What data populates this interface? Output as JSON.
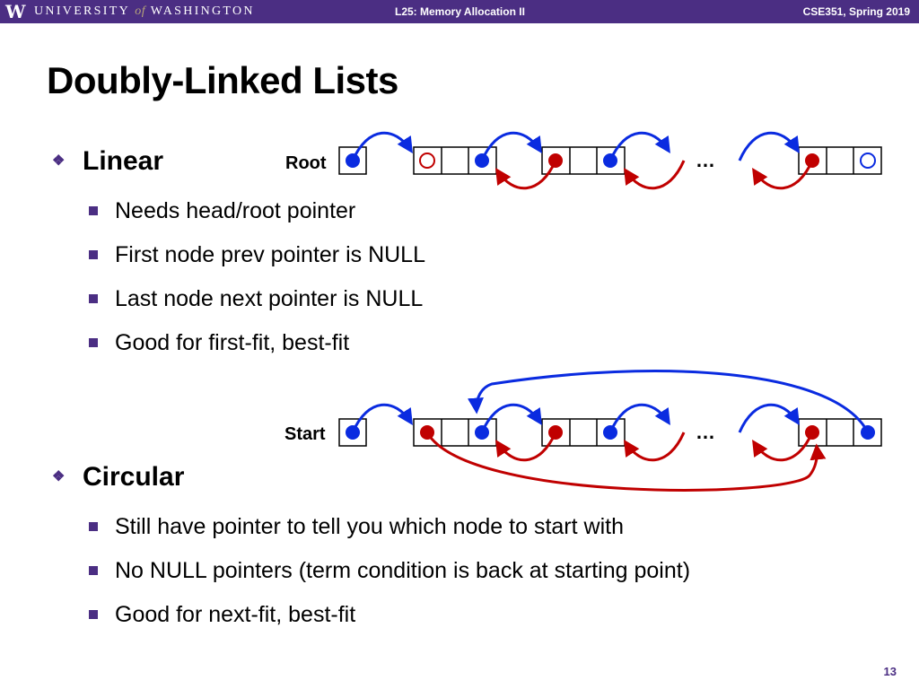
{
  "header": {
    "logo_letter": "W",
    "university_pre": "UNIVERSITY",
    "university_of": "of",
    "university_post": "WASHINGTON",
    "lecture": "L25: Memory Allocation II",
    "course": "CSE351, Spring 2019"
  },
  "slide": {
    "title": "Doubly-Linked Lists",
    "page_number": "13"
  },
  "linear": {
    "heading": "Linear",
    "bullets": [
      "Needs head/root pointer",
      "First node prev pointer is NULL",
      "Last node next pointer is NULL",
      "Good for first-fit, best-fit"
    ],
    "diagram_label": "Root",
    "ellipsis": "…"
  },
  "circular": {
    "heading": "Circular",
    "bullets": [
      "Still have pointer to tell you which node to start with",
      "No NULL pointers (term condition is back at starting point)",
      "Good for next-fit, best-fit"
    ],
    "diagram_label": "Start",
    "ellipsis": "…"
  },
  "colors": {
    "uw_purple": "#4b2e83",
    "next_pointer_blue": "#0a2be0",
    "prev_pointer_red": "#c00000"
  }
}
